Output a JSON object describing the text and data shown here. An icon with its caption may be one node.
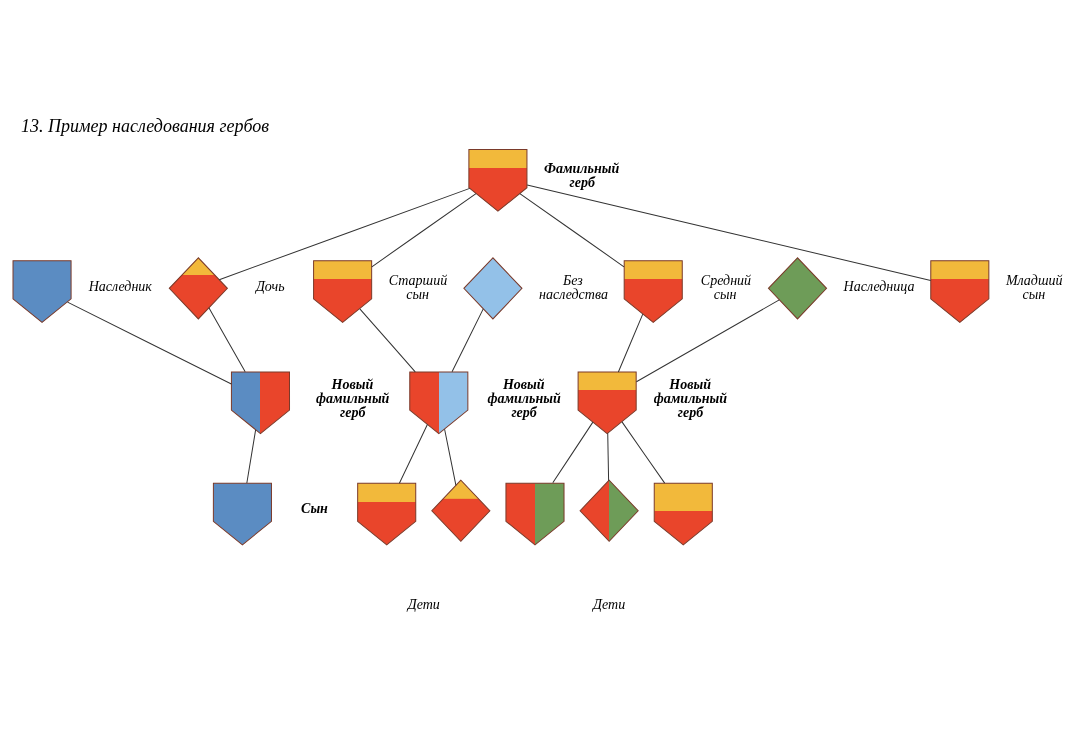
{
  "diagram": {
    "title": "13. Пример наследования гербов",
    "nodes": [
      {
        "text": [],
        "shape": "shield",
        "beside": [
          "Фамильный герб"
        ]
      },
      {
        "text": [],
        "shape": "shield",
        "beside": [
          "Наследник"
        ]
      },
      {
        "text": [],
        "shape": "diamond",
        "beside": [
          "Дочь"
        ]
      },
      {
        "text": [],
        "shape": "shield",
        "beside": [
          "Старший сын"
        ]
      },
      {
        "text": [],
        "shape": "diamond",
        "beside": [
          "Без наследства"
        ]
      },
      {
        "text": [],
        "shape": "shield",
        "beside": [
          "Средний сын"
        ]
      },
      {
        "text": [],
        "shape": "diamond",
        "beside": [
          "Наследница"
        ]
      },
      {
        "text": [],
        "shape": "shield",
        "beside": [
          "Младший сын"
        ]
      },
      {
        "text": [],
        "shape": "shield",
        "beside": [
          "Новый фамильный герб"
        ]
      },
      {
        "text": [],
        "shape": "shield",
        "beside": [
          "Новый фамильный герб"
        ]
      },
      {
        "text": [],
        "shape": "shield",
        "beside": [
          "Новый фамильный герб"
        ]
      },
      {
        "text": [],
        "shape": "shield",
        "beside": [
          "Сын"
        ]
      },
      {
        "text": [],
        "shape": "shield"
      },
      {
        "text": [],
        "shape": "diamond"
      },
      {
        "text": [],
        "shape": "shield"
      },
      {
        "text": [],
        "shape": "diamond"
      },
      {
        "text": [],
        "shape": "shield"
      }
    ],
    "edges": [
      {
        "from": 0,
        "to": 2,
        "arrow": "none"
      },
      {
        "from": 0,
        "to": 3,
        "arrow": "none"
      },
      {
        "from": 0,
        "to": 5,
        "arrow": "none"
      },
      {
        "from": 0,
        "to": 7,
        "arrow": "none"
      },
      {
        "from": 1,
        "to": 8,
        "arrow": "none"
      },
      {
        "from": 2,
        "to": 8,
        "arrow": "none"
      },
      {
        "from": 3,
        "to": 9,
        "arrow": "none"
      },
      {
        "from": 4,
        "to": 9,
        "arrow": "none"
      },
      {
        "from": 5,
        "to": 10,
        "arrow": "none"
      },
      {
        "from": 6,
        "to": 10,
        "arrow": "none"
      },
      {
        "from": 8,
        "to": 11,
        "arrow": "none"
      },
      {
        "from": 9,
        "to": 12,
        "arrow": "none"
      },
      {
        "from": 9,
        "to": 13,
        "arrow": "none"
      },
      {
        "from": 10,
        "to": 14,
        "arrow": "none"
      },
      {
        "from": 10,
        "to": 15,
        "arrow": "none"
      },
      {
        "from": 10,
        "to": 16,
        "arrow": "none"
      }
    ],
    "labels": [
      "Дети",
      "Дети"
    ]
  }
}
